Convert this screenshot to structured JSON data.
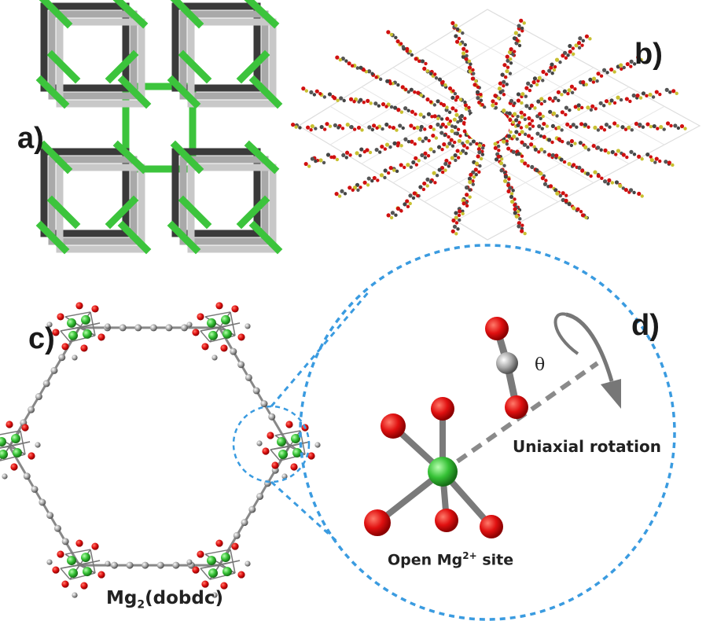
{
  "panels": {
    "a": {
      "label": "a)"
    },
    "b": {
      "label": "b)"
    },
    "c": {
      "label": "c)",
      "caption_base": "Mg",
      "caption_sub": "2",
      "caption_rest": "(dobdc)"
    },
    "d": {
      "label": "d)",
      "site_base": "Open Mg",
      "site_sup": "2+",
      "site_rest": " site",
      "rotation_label": "Uniaxial rotation",
      "angle_symbol": "θ"
    }
  },
  "colors": {
    "metal_green": "#3cc43c",
    "oxygen_red": "#e01010",
    "carbon_grey": "#9a9a9a",
    "dashed_blue": "#3a9be0",
    "dark": "#333333"
  }
}
